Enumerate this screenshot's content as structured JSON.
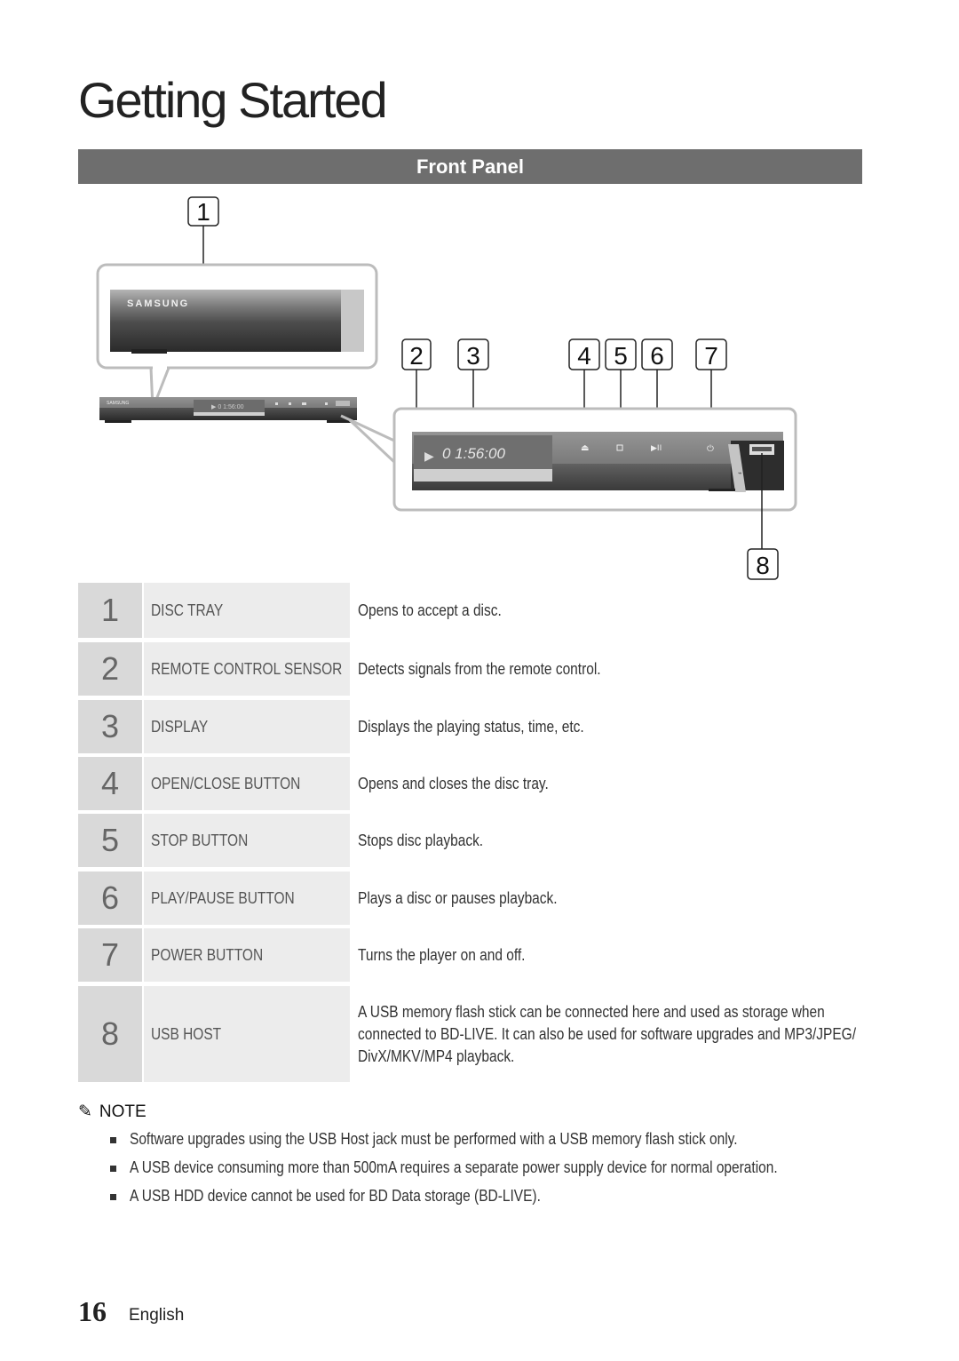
{
  "page": {
    "title": "Getting Started",
    "section": "Front Panel",
    "page_number": "16",
    "language": "English"
  },
  "figure": {
    "callouts": [
      "1",
      "2",
      "3",
      "4",
      "5",
      "6",
      "7",
      "8"
    ],
    "brand": "SAMSUNG",
    "display_text": "0 1:56:00"
  },
  "parts": [
    {
      "num": "1",
      "name": "DISC TRAY",
      "desc": "Opens to accept a disc."
    },
    {
      "num": "2",
      "name": "REMOTE CONTROL SENSOR",
      "desc": "Detects signals from the remote control."
    },
    {
      "num": "3",
      "name": "DISPLAY",
      "desc": "Displays the playing status, time, etc."
    },
    {
      "num": "4",
      "name": "OPEN/CLOSE BUTTON",
      "desc": "Opens and closes the disc tray."
    },
    {
      "num": "5",
      "name": "STOP BUTTON",
      "desc": "Stops disc playback."
    },
    {
      "num": "6",
      "name": "PLAY/PAUSE BUTTON",
      "desc": "Plays a disc or pauses playback."
    },
    {
      "num": "7",
      "name": "POWER BUTTON",
      "desc": "Turns the player on and off."
    },
    {
      "num": "8",
      "name": "USB HOST",
      "desc_lines": [
        "A USB memory flash stick can be connected here and used as storage when",
        "connected to BD-LIVE. It can also be used for software upgrades and MP3/JPEG/",
        "DivX/MKV/MP4 playback."
      ]
    }
  ],
  "note": {
    "heading": "NOTE",
    "items": [
      "Software upgrades using the USB Host jack must be performed with a USB memory flash stick only.",
      "A USB device consuming more than 500mA requires a separate power supply device for normal operation.",
      "A USB HDD device cannot be used for BD Data storage (BD-LIVE)."
    ]
  }
}
